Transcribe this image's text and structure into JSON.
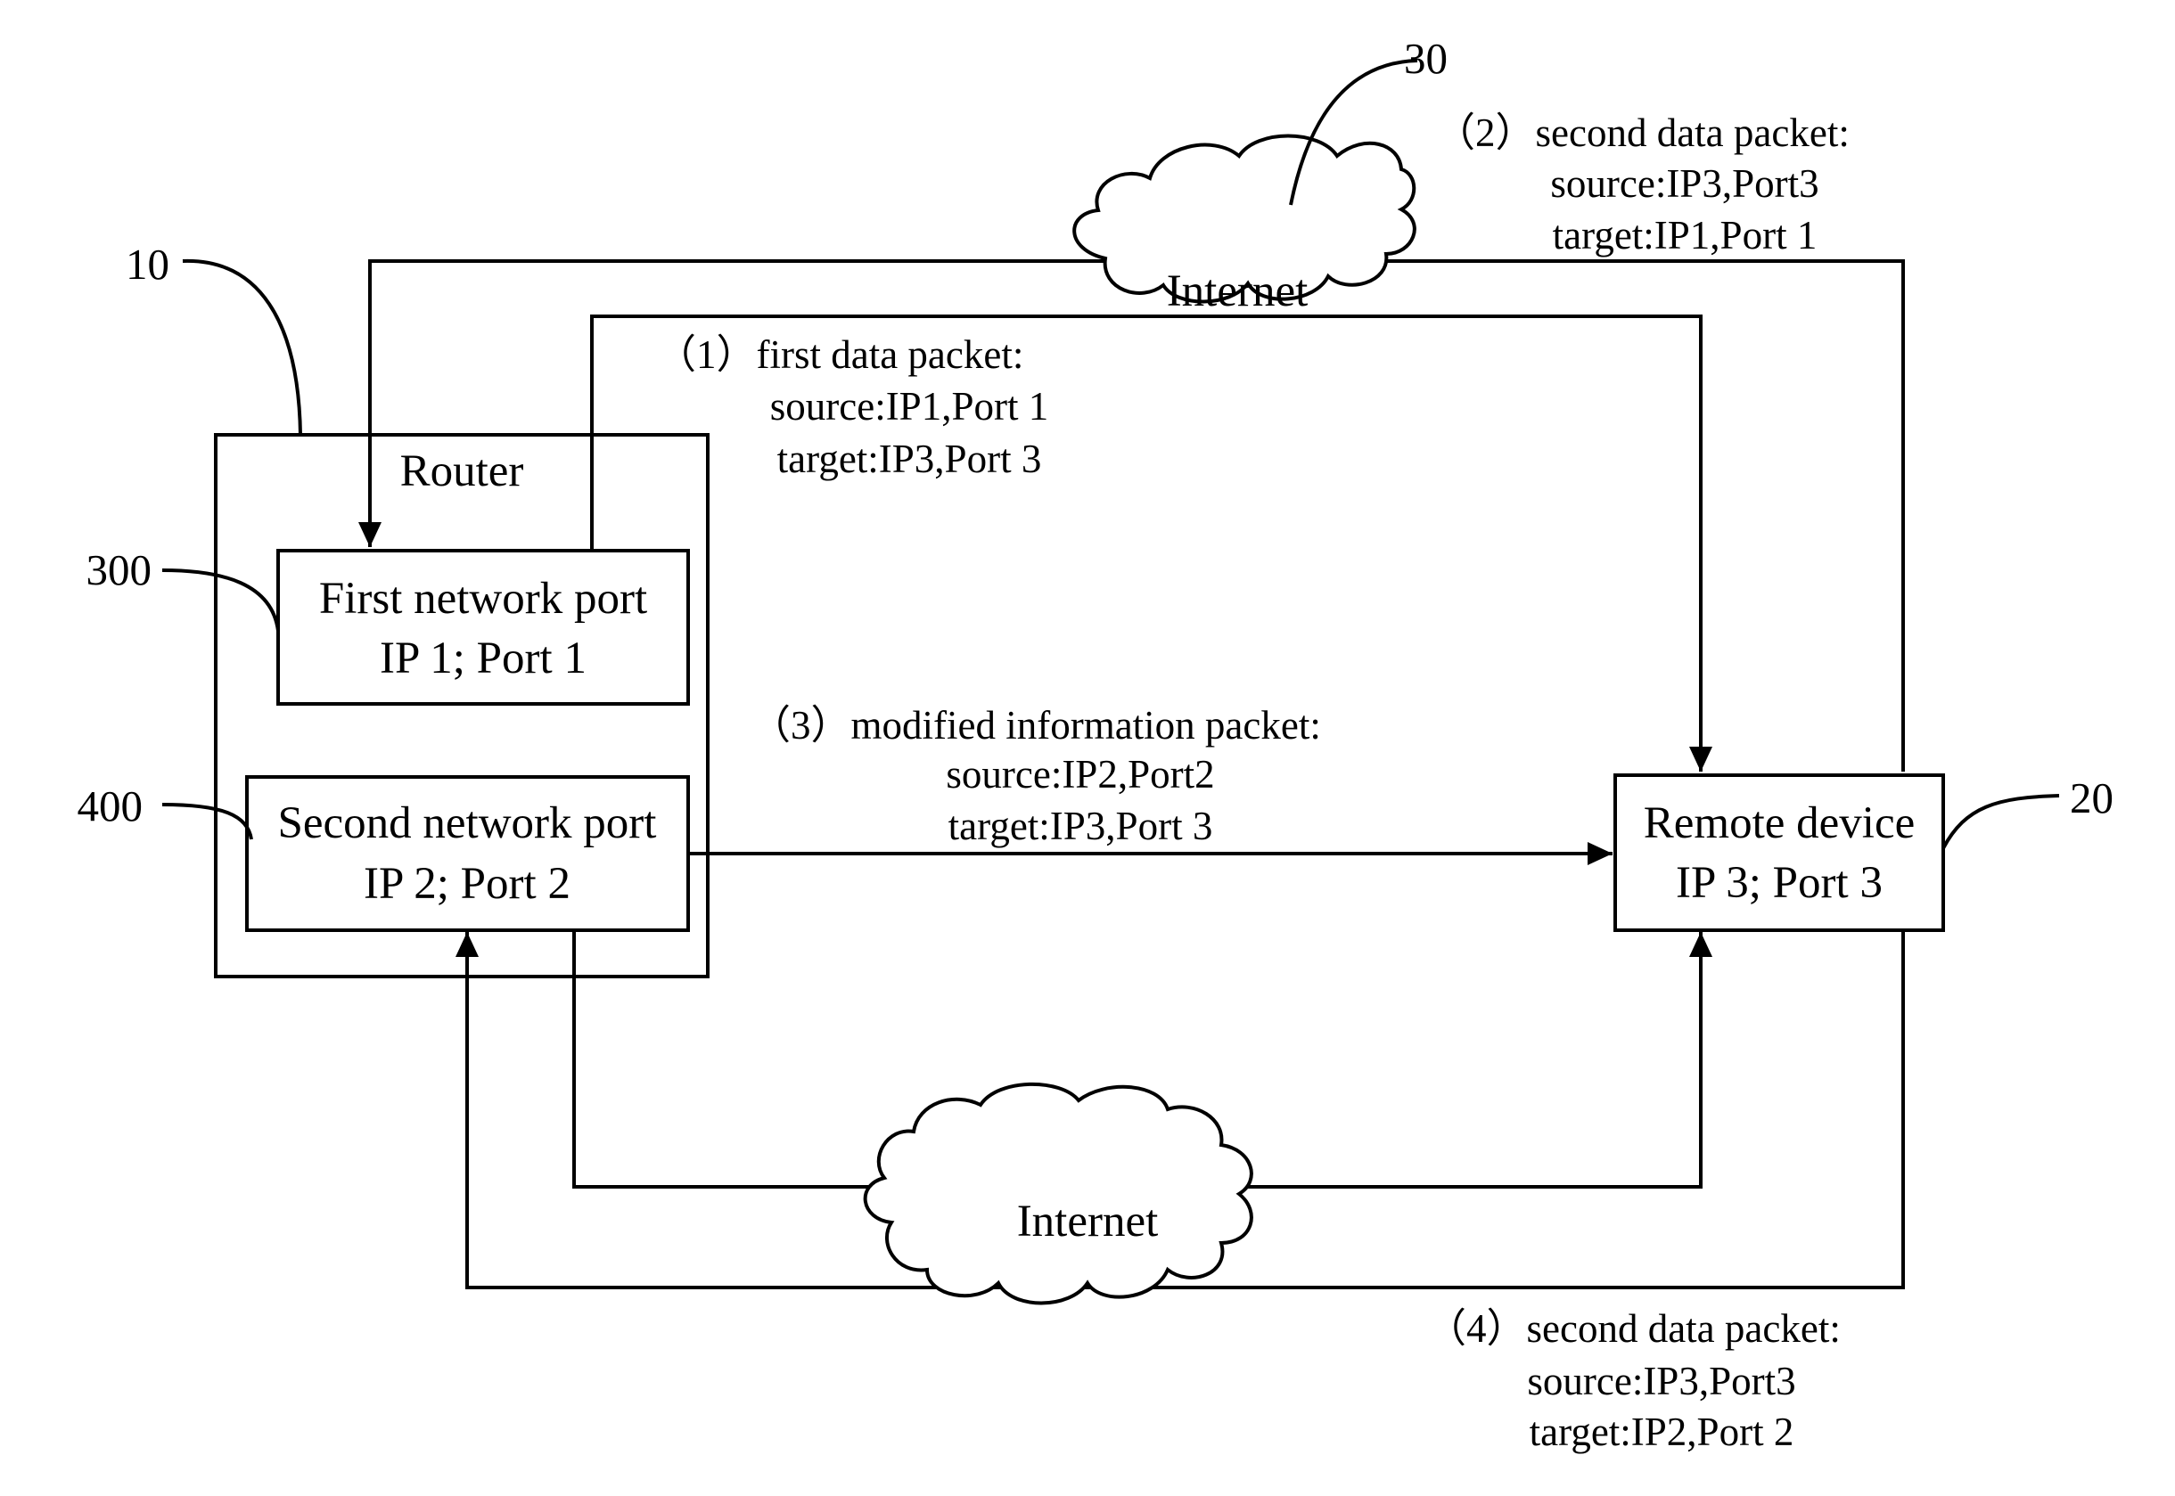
{
  "router": {
    "title": "Router"
  },
  "first_port": {
    "line1": "First network port",
    "line2": "IP 1; Port 1"
  },
  "second_port": {
    "line1": "Second network port",
    "line2": "IP 2; Port 2"
  },
  "remote": {
    "line1": "Remote device",
    "line2": "IP 3; Port 3"
  },
  "clouds": {
    "top": "Internet",
    "bottom": "Internet"
  },
  "refs": {
    "router": "10",
    "remote": "20",
    "internet": "30",
    "first_port": "300",
    "second_port": "400"
  },
  "packets": {
    "p1": {
      "title": "（1）first data packet:",
      "source": "source:IP1,Port 1",
      "target": "target:IP3,Port 3"
    },
    "p2": {
      "title": "（2）second data packet:",
      "source": "source:IP3,Port3",
      "target": "target:IP1,Port 1"
    },
    "p3": {
      "title": "（3）modified information packet:",
      "source": "source:IP2,Port2",
      "target": "target:IP3,Port 3"
    },
    "p4": {
      "title": "（4）second data packet:",
      "source": "source:IP3,Port3",
      "target": "target:IP2,Port 2"
    }
  }
}
